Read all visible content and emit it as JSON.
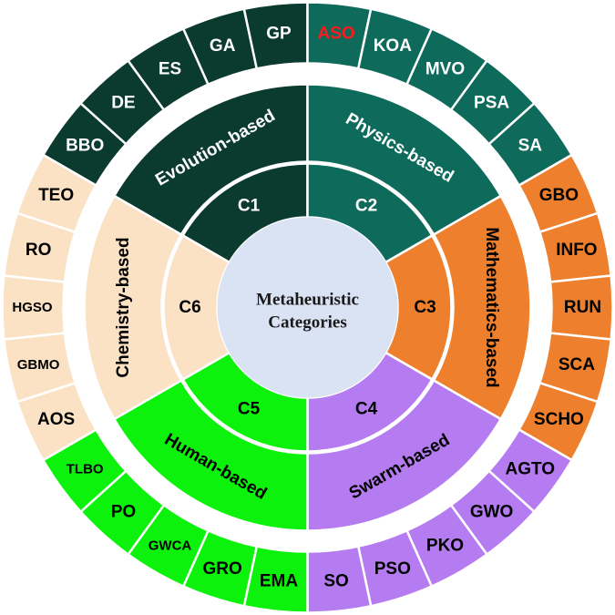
{
  "center": {
    "line1": "Metaheuristic",
    "line2": "Categories",
    "color": "#dae3f3"
  },
  "colors": {
    "evolution": "#0b3b2e",
    "physics": "#0e6b5c",
    "mathematics": "#ee7f2d",
    "swarm": "#b57bf0",
    "human": "#0df20d",
    "chemistry": "#fbe2c4",
    "highlight_text": "#ff1a1a"
  },
  "inner_ring": [
    {
      "label": "C1",
      "category": "evolution",
      "text_color": "#ffffff"
    },
    {
      "label": "C2",
      "category": "physics",
      "text_color": "#ffffff"
    },
    {
      "label": "C3",
      "category": "mathematics",
      "text_color": "#000000"
    },
    {
      "label": "C4",
      "category": "swarm",
      "text_color": "#000000"
    },
    {
      "label": "C5",
      "category": "human",
      "text_color": "#000000"
    },
    {
      "label": "C6",
      "category": "chemistry",
      "text_color": "#000000"
    }
  ],
  "middle_ring": [
    {
      "label": "Evolution-based",
      "category": "evolution",
      "text_color": "#ffffff"
    },
    {
      "label": "Physics-based",
      "category": "physics",
      "text_color": "#ffffff"
    },
    {
      "label": "Mathematics-based",
      "category": "mathematics",
      "text_color": "#000000"
    },
    {
      "label": "Swarm-based",
      "category": "swarm",
      "text_color": "#000000"
    },
    {
      "label": "Human-based",
      "category": "human",
      "text_color": "#000000"
    },
    {
      "label": "Chemistry-based",
      "category": "chemistry",
      "text_color": "#000000"
    }
  ],
  "outer_ring": [
    {
      "label": "BBO",
      "category": "evolution",
      "text_color": "#ffffff"
    },
    {
      "label": "DE",
      "category": "evolution",
      "text_color": "#ffffff"
    },
    {
      "label": "ES",
      "category": "evolution",
      "text_color": "#ffffff"
    },
    {
      "label": "GA",
      "category": "evolution",
      "text_color": "#ffffff"
    },
    {
      "label": "GP",
      "category": "evolution",
      "text_color": "#ffffff"
    },
    {
      "label": "ASO",
      "category": "physics",
      "text_color": "#ff1a1a"
    },
    {
      "label": "KOA",
      "category": "physics",
      "text_color": "#ffffff"
    },
    {
      "label": "MVO",
      "category": "physics",
      "text_color": "#ffffff"
    },
    {
      "label": "PSA",
      "category": "physics",
      "text_color": "#ffffff"
    },
    {
      "label": "SA",
      "category": "physics",
      "text_color": "#ffffff"
    },
    {
      "label": "GBO",
      "category": "mathematics",
      "text_color": "#000000"
    },
    {
      "label": "INFO",
      "category": "mathematics",
      "text_color": "#000000"
    },
    {
      "label": "RUN",
      "category": "mathematics",
      "text_color": "#000000"
    },
    {
      "label": "SCA",
      "category": "mathematics",
      "text_color": "#000000"
    },
    {
      "label": "SCHO",
      "category": "mathematics",
      "text_color": "#000000"
    },
    {
      "label": "AGTO",
      "category": "swarm",
      "text_color": "#000000"
    },
    {
      "label": "GWO",
      "category": "swarm",
      "text_color": "#000000"
    },
    {
      "label": "PKO",
      "category": "swarm",
      "text_color": "#000000"
    },
    {
      "label": "PSO",
      "category": "swarm",
      "text_color": "#000000"
    },
    {
      "label": "SO",
      "category": "swarm",
      "text_color": "#000000"
    },
    {
      "label": "EMA",
      "category": "human",
      "text_color": "#000000"
    },
    {
      "label": "GRO",
      "category": "human",
      "text_color": "#000000"
    },
    {
      "label": "GWCA",
      "category": "human",
      "text_color": "#000000"
    },
    {
      "label": "PO",
      "category": "human",
      "text_color": "#000000"
    },
    {
      "label": "TLBO",
      "category": "human",
      "text_color": "#000000"
    },
    {
      "label": "AOS",
      "category": "chemistry",
      "text_color": "#000000"
    },
    {
      "label": "GBMO",
      "category": "chemistry",
      "text_color": "#000000"
    },
    {
      "label": "HGSO",
      "category": "chemistry",
      "text_color": "#000000"
    },
    {
      "label": "RO",
      "category": "chemistry",
      "text_color": "#000000"
    },
    {
      "label": "TEO",
      "category": "chemistry",
      "text_color": "#000000"
    }
  ]
}
